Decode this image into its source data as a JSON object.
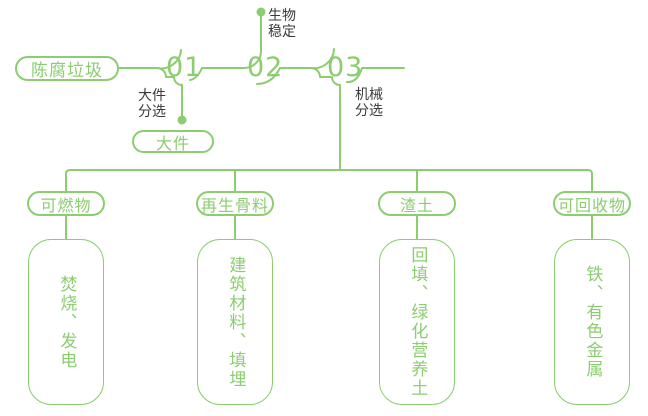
{
  "colors": {
    "line_green": "#8BCD6F",
    "dark_text": "#3a3a3a",
    "background": "#FFFFFF"
  },
  "source_node": {
    "label": "陈腐垃圾"
  },
  "process_steps": [
    {
      "number": "01",
      "label": "大件\n分选",
      "output_node": "大件"
    },
    {
      "number": "02",
      "label": "生物\n稳定"
    },
    {
      "number": "03",
      "label": "机械\n分选"
    }
  ],
  "output_branches": [
    {
      "category": "可燃物",
      "disposal": "焚烧、发电"
    },
    {
      "category": "再生骨料",
      "disposal": "建筑材料、填埋"
    },
    {
      "category": "渣土",
      "disposal": "回填、绿化营养土"
    },
    {
      "category": "可回收物",
      "disposal": "铁、有色金属"
    }
  ]
}
